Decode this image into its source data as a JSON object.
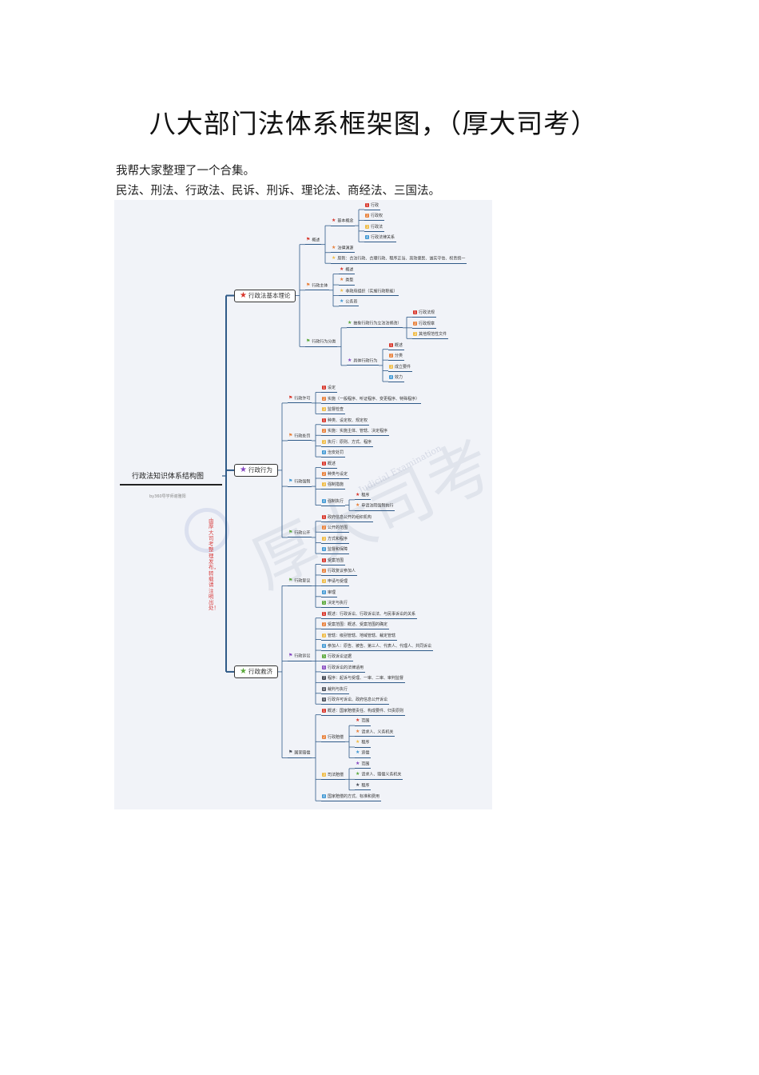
{
  "title": "八大部门法体系框架图，（厚大司考）",
  "paragraphs": [
    "我帮大家整理了一个合集。",
    "民法、刑法、行政法、民诉、刑诉、理论法、商经法、三国法。"
  ],
  "mindmap": {
    "root_title": "行政法知识体系结构图",
    "root_subtitle": "by360导学师谢雅阳",
    "watermark_notice": "由厚大司考整理发布，转载请注明出处！",
    "watermark_logo": "厚大司考",
    "watermark_en": "Judicial Examination",
    "colors": {
      "red": "#d8372c",
      "orange": "#e8803a",
      "yellow": "#efbb45",
      "blue": "#3f97d3",
      "green": "#5aa83a",
      "purple": "#8446c0",
      "dark": "#454a55",
      "line": "#2f5a88"
    },
    "sections": [
      {
        "label": "行政法基本理论",
        "m": "star",
        "c": "red",
        "children": [
          {
            "label": "概述",
            "m": "flag",
            "c": "red",
            "children": [
              {
                "label": "基本概念",
                "m": "star",
                "c": "red",
                "children": [
                  {
                    "label": "行政",
                    "m": "badge",
                    "n": "1",
                    "c": "red"
                  },
                  {
                    "label": "行政权",
                    "m": "badge",
                    "n": "2",
                    "c": "orange"
                  },
                  {
                    "label": "行政法",
                    "m": "badge",
                    "n": "3",
                    "c": "yellow"
                  },
                  {
                    "label": "行政法律关系",
                    "m": "badge",
                    "n": "4",
                    "c": "blue"
                  }
                ]
              },
              {
                "label": "法律渊源",
                "m": "star",
                "c": "orange"
              },
              {
                "label": "原则：合法行政、合理行政、程序正当、高效便民、诚实守信、权责统一",
                "m": "star",
                "c": "yellow"
              }
            ]
          },
          {
            "label": "行政主体",
            "m": "flag",
            "c": "orange",
            "children": [
              {
                "label": "概述",
                "m": "star",
                "c": "red"
              },
              {
                "label": "类型",
                "m": "star",
                "c": "orange"
              },
              {
                "label": "非政府组织（实施行政职能）",
                "m": "star",
                "c": "yellow"
              },
              {
                "label": "公务员",
                "m": "star",
                "c": "blue"
              }
            ]
          },
          {
            "label": "行政行为分类",
            "m": "flag",
            "c": "green",
            "children": [
              {
                "label": "抽象行政行为立法法修改）",
                "m": "star",
                "c": "green",
                "children": [
                  {
                    "label": "行政法规",
                    "m": "badge",
                    "n": "1",
                    "c": "red"
                  },
                  {
                    "label": "行政规章",
                    "m": "badge",
                    "n": "2",
                    "c": "orange"
                  },
                  {
                    "label": "其他规范性文件",
                    "m": "badge",
                    "n": "3",
                    "c": "yellow"
                  }
                ]
              },
              {
                "label": "具体行政行为",
                "m": "star",
                "c": "purple",
                "children": [
                  {
                    "label": "概述",
                    "m": "badge",
                    "n": "1",
                    "c": "red"
                  },
                  {
                    "label": "分类",
                    "m": "badge",
                    "n": "2",
                    "c": "orange"
                  },
                  {
                    "label": "成立要件",
                    "m": "badge",
                    "n": "3",
                    "c": "yellow"
                  },
                  {
                    "label": "效力",
                    "m": "badge",
                    "n": "4",
                    "c": "blue"
                  }
                ]
              }
            ]
          }
        ]
      },
      {
        "label": "行政行为",
        "m": "star",
        "c": "purple",
        "children": [
          {
            "label": "行政许可",
            "m": "flag",
            "c": "red",
            "children": [
              {
                "label": "设定",
                "m": "badge",
                "n": "1",
                "c": "red"
              },
              {
                "label": "实施（一般程序、听证程序、变更程序、特殊程序）",
                "m": "badge",
                "n": "2",
                "c": "orange"
              },
              {
                "label": "监督检查",
                "m": "badge",
                "n": "3",
                "c": "yellow"
              }
            ]
          },
          {
            "label": "行政处罚",
            "m": "flag",
            "c": "orange",
            "children": [
              {
                "label": "种类、设定权、规定权",
                "m": "badge",
                "n": "1",
                "c": "red"
              },
              {
                "label": "实施：实施主体、管辖、决定程序",
                "m": "badge",
                "n": "2",
                "c": "orange"
              },
              {
                "label": "执行：原则、方式、程序",
                "m": "badge",
                "n": "3",
                "c": "yellow"
              },
              {
                "label": "治安处罚",
                "m": "badge",
                "n": "4",
                "c": "blue"
              }
            ]
          },
          {
            "label": "行政强制",
            "m": "flag",
            "c": "blue",
            "children": [
              {
                "label": "概述",
                "m": "badge",
                "n": "1",
                "c": "red"
              },
              {
                "label": "种类与设定",
                "m": "badge",
                "n": "2",
                "c": "orange"
              },
              {
                "label": "强制措施",
                "m": "badge",
                "n": "3",
                "c": "yellow"
              },
              {
                "label": "强制执行",
                "m": "badge",
                "n": "4",
                "c": "blue",
                "children": [
                  {
                    "label": "程序",
                    "m": "star",
                    "c": "red"
                  },
                  {
                    "label": "申请法院强制执行",
                    "m": "star",
                    "c": "orange"
                  }
                ]
              }
            ]
          },
          {
            "label": "行政公开",
            "m": "flag",
            "c": "green",
            "children": [
              {
                "label": "政府信息公开的组织机构",
                "m": "badge",
                "n": "1",
                "c": "red"
              },
              {
                "label": "公开的范围",
                "m": "badge",
                "n": "2",
                "c": "orange"
              },
              {
                "label": "方式和程序",
                "m": "badge",
                "n": "3",
                "c": "yellow"
              },
              {
                "label": "监督和保障",
                "m": "badge",
                "n": "4",
                "c": "blue"
              }
            ]
          }
        ]
      },
      {
        "label": "行政救济",
        "m": "star",
        "c": "green",
        "children": [
          {
            "label": "行政复议",
            "m": "flag",
            "c": "green",
            "children": [
              {
                "label": "受案范围",
                "m": "badge",
                "n": "1",
                "c": "red"
              },
              {
                "label": "行政复议参加人",
                "m": "badge",
                "n": "2",
                "c": "orange"
              },
              {
                "label": "申请与受理",
                "m": "badge",
                "n": "3",
                "c": "yellow"
              },
              {
                "label": "审理",
                "m": "badge",
                "n": "4",
                "c": "blue"
              },
              {
                "label": "决定与执行",
                "m": "badge",
                "n": "5",
                "c": "green"
              }
            ]
          },
          {
            "label": "行政诉讼",
            "m": "flag",
            "c": "purple",
            "children": [
              {
                "label": "概述：行政诉讼、行政诉讼法、与民事诉讼的关系",
                "m": "badge",
                "n": "1",
                "c": "red"
              },
              {
                "label": "受案范围：概述、受案范围的确定",
                "m": "badge",
                "n": "2",
                "c": "orange"
              },
              {
                "label": "管辖：级别管辖、地域管辖、裁定管辖",
                "m": "badge",
                "n": "3",
                "c": "yellow"
              },
              {
                "label": "参加人：原告、被告、第三人、代表人、代理人、共同诉讼",
                "m": "badge",
                "n": "4",
                "c": "blue"
              },
              {
                "label": "行政诉讼证据",
                "m": "badge",
                "n": "5",
                "c": "green"
              },
              {
                "label": "行政诉讼的法律适用",
                "m": "badge",
                "n": "6",
                "c": "purple"
              },
              {
                "label": "程序：起诉与受理、一审、二审、审判监督",
                "m": "badge",
                "n": "7",
                "c": "dark"
              },
              {
                "label": "裁判与执行",
                "m": "badge",
                "n": "8",
                "c": "dark"
              },
              {
                "label": "行政许可诉讼、政府信息公开诉讼",
                "m": "badge",
                "n": "9",
                "c": "dark"
              }
            ]
          },
          {
            "label": "国家赔偿",
            "m": "flag",
            "c": "dark",
            "children": [
              {
                "label": "概述：国家赔偿责任、构成要件、归责原则",
                "m": "badge",
                "n": "1",
                "c": "red"
              },
              {
                "label": "行政赔偿",
                "m": "badge",
                "n": "2",
                "c": "orange",
                "children": [
                  {
                    "label": "范围",
                    "m": "star",
                    "c": "red"
                  },
                  {
                    "label": "请求人、义务机关",
                    "m": "star",
                    "c": "orange"
                  },
                  {
                    "label": "程序",
                    "m": "star",
                    "c": "yellow"
                  },
                  {
                    "label": "追偿",
                    "m": "star",
                    "c": "blue"
                  }
                ]
              },
              {
                "label": "司法赔偿",
                "m": "badge",
                "n": "3",
                "c": "yellow",
                "children": [
                  {
                    "label": "范围",
                    "m": "star",
                    "c": "purple"
                  },
                  {
                    "label": "请求人、赔偿义务机关",
                    "m": "star",
                    "c": "green"
                  },
                  {
                    "label": "程序",
                    "m": "star",
                    "c": "dark"
                  }
                ]
              },
              {
                "label": "国家赔偿的方式、标准和费用",
                "m": "badge",
                "n": "4",
                "c": "blue"
              }
            ]
          }
        ]
      }
    ]
  }
}
